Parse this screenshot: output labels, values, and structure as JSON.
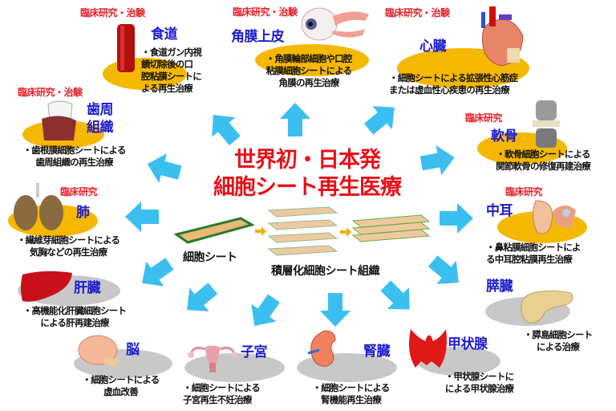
{
  "center": {
    "title": "世界初・日本発\n細胞シート再生医療",
    "cell_sheet_label": "細胞シート",
    "stacked_label": "積層化細胞シート組織"
  },
  "colors": {
    "arrow": "#3bbff0",
    "tag": "#e8202a",
    "title": "#1c1ccf",
    "highlight": "#f5b800",
    "neutral": "#c8c8c8"
  },
  "nodes": {
    "esophagus": {
      "tag": "臨床研究・治験",
      "title": "食道",
      "desc": "・食道ガン内視\n鏡切除後の口\n腔粘膜シートに\nよる再生治療"
    },
    "cornea": {
      "tag": "臨床研究・治験",
      "title": "角膜上皮",
      "desc": "・角膜輪部細胞や口腔\n粘膜細胞シートによる\n角膜の再生治療"
    },
    "heart": {
      "tag": "臨床研究・治験",
      "title": "心臓",
      "desc": "・細胞シートによる拡張性心筋症\nまたは虚血性心疾患の再生治療"
    },
    "periodontal": {
      "tag": "臨床研究・治験",
      "title": "歯周\n組織",
      "desc": "・歯根膜細胞シートによる\n歯周組織の再生治療"
    },
    "cartilage": {
      "tag": "臨床研究",
      "title": "軟骨",
      "desc": "・軟骨細胞シートによる\n関節軟骨の修復再建治療"
    },
    "lung": {
      "tag": "臨床研究",
      "title": "肺",
      "desc": "・繊維芽細胞シートによる\n気胸などの再生治療"
    },
    "middle_ear": {
      "tag": "臨床研究",
      "title": "中耳",
      "desc": "・鼻粘膜細胞シートによ\nる中耳腔粘膜再生治療"
    },
    "liver": {
      "title": "肝臓",
      "desc": "・高機能化肝臓細胞シート\nによる肝再建治療"
    },
    "pancreas": {
      "title": "膵臓",
      "desc": "・膵島細胞シート\nによる治療"
    },
    "brain": {
      "title": "脳",
      "desc": "・細胞シートによる\n虚血改善"
    },
    "uterus": {
      "title": "子宮",
      "desc": "・細胞シートによる\n子宮再生不妊治療"
    },
    "kidney": {
      "title": "腎臓",
      "desc": "・細胞シートによる\n腎機能再生治療"
    },
    "thyroid": {
      "title": "甲状腺",
      "desc": "・甲状腺シートに\nによる甲状腺治療"
    }
  }
}
